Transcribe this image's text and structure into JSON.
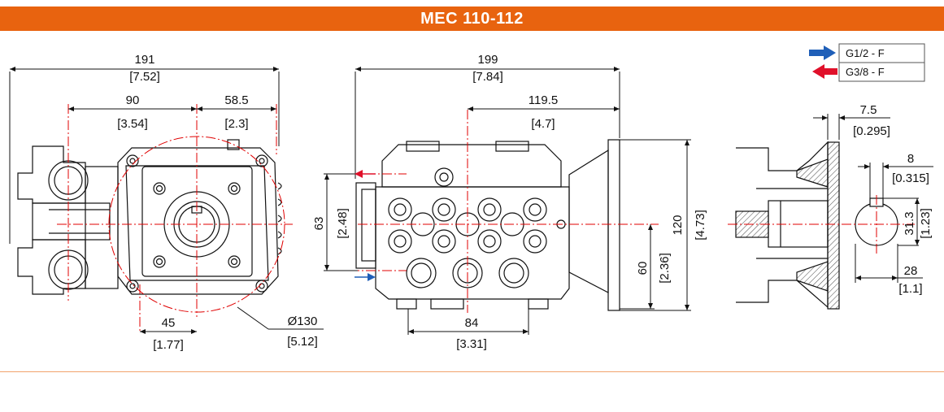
{
  "title": "MEC 110-112",
  "colors": {
    "accent": "#e8630f",
    "centerline": "#e00000",
    "inlet_arrow": "#1f5fb8",
    "outlet_arrow": "#e0102a"
  },
  "legend": [
    {
      "label": "G1/2 - F",
      "arrow": "blue-arrow-icon"
    },
    {
      "label": "G3/8 - F",
      "arrow": "red-arrow-icon"
    }
  ],
  "front_view": {
    "overall_width": {
      "mm": "191",
      "in": "[7.52]"
    },
    "pitch_left": {
      "mm": "90",
      "in": "[3.54]"
    },
    "pitch_right": {
      "mm": "58.5",
      "in": "[2.3]"
    },
    "bolt_offset": {
      "mm": "45",
      "in": "[1.77]"
    },
    "flange_diameter": {
      "mm": "Ø130",
      "in": "[5.12]"
    }
  },
  "side_view": {
    "overall_width": {
      "mm": "199",
      "in": "[7.84]"
    },
    "shaft_offset": {
      "mm": "119.5",
      "in": "[4.7]"
    },
    "port_spacing": {
      "mm": "63",
      "in": "[2.48]"
    },
    "shaft_height": {
      "mm": "60",
      "in": "[2.36]"
    },
    "flange_height": {
      "mm": "120",
      "in": "[4.73]"
    },
    "base_width": {
      "mm": "84",
      "in": "[3.31]"
    }
  },
  "shaft_detail": {
    "flange_thickness": {
      "mm": "7.5",
      "in": "[0.295]"
    },
    "key_width": {
      "mm": "8",
      "in": "[0.315]"
    },
    "key_height": {
      "mm": "31.3",
      "in": "[1.23]"
    },
    "shaft_diameter": {
      "mm": "28",
      "in": "[1.1]"
    }
  }
}
